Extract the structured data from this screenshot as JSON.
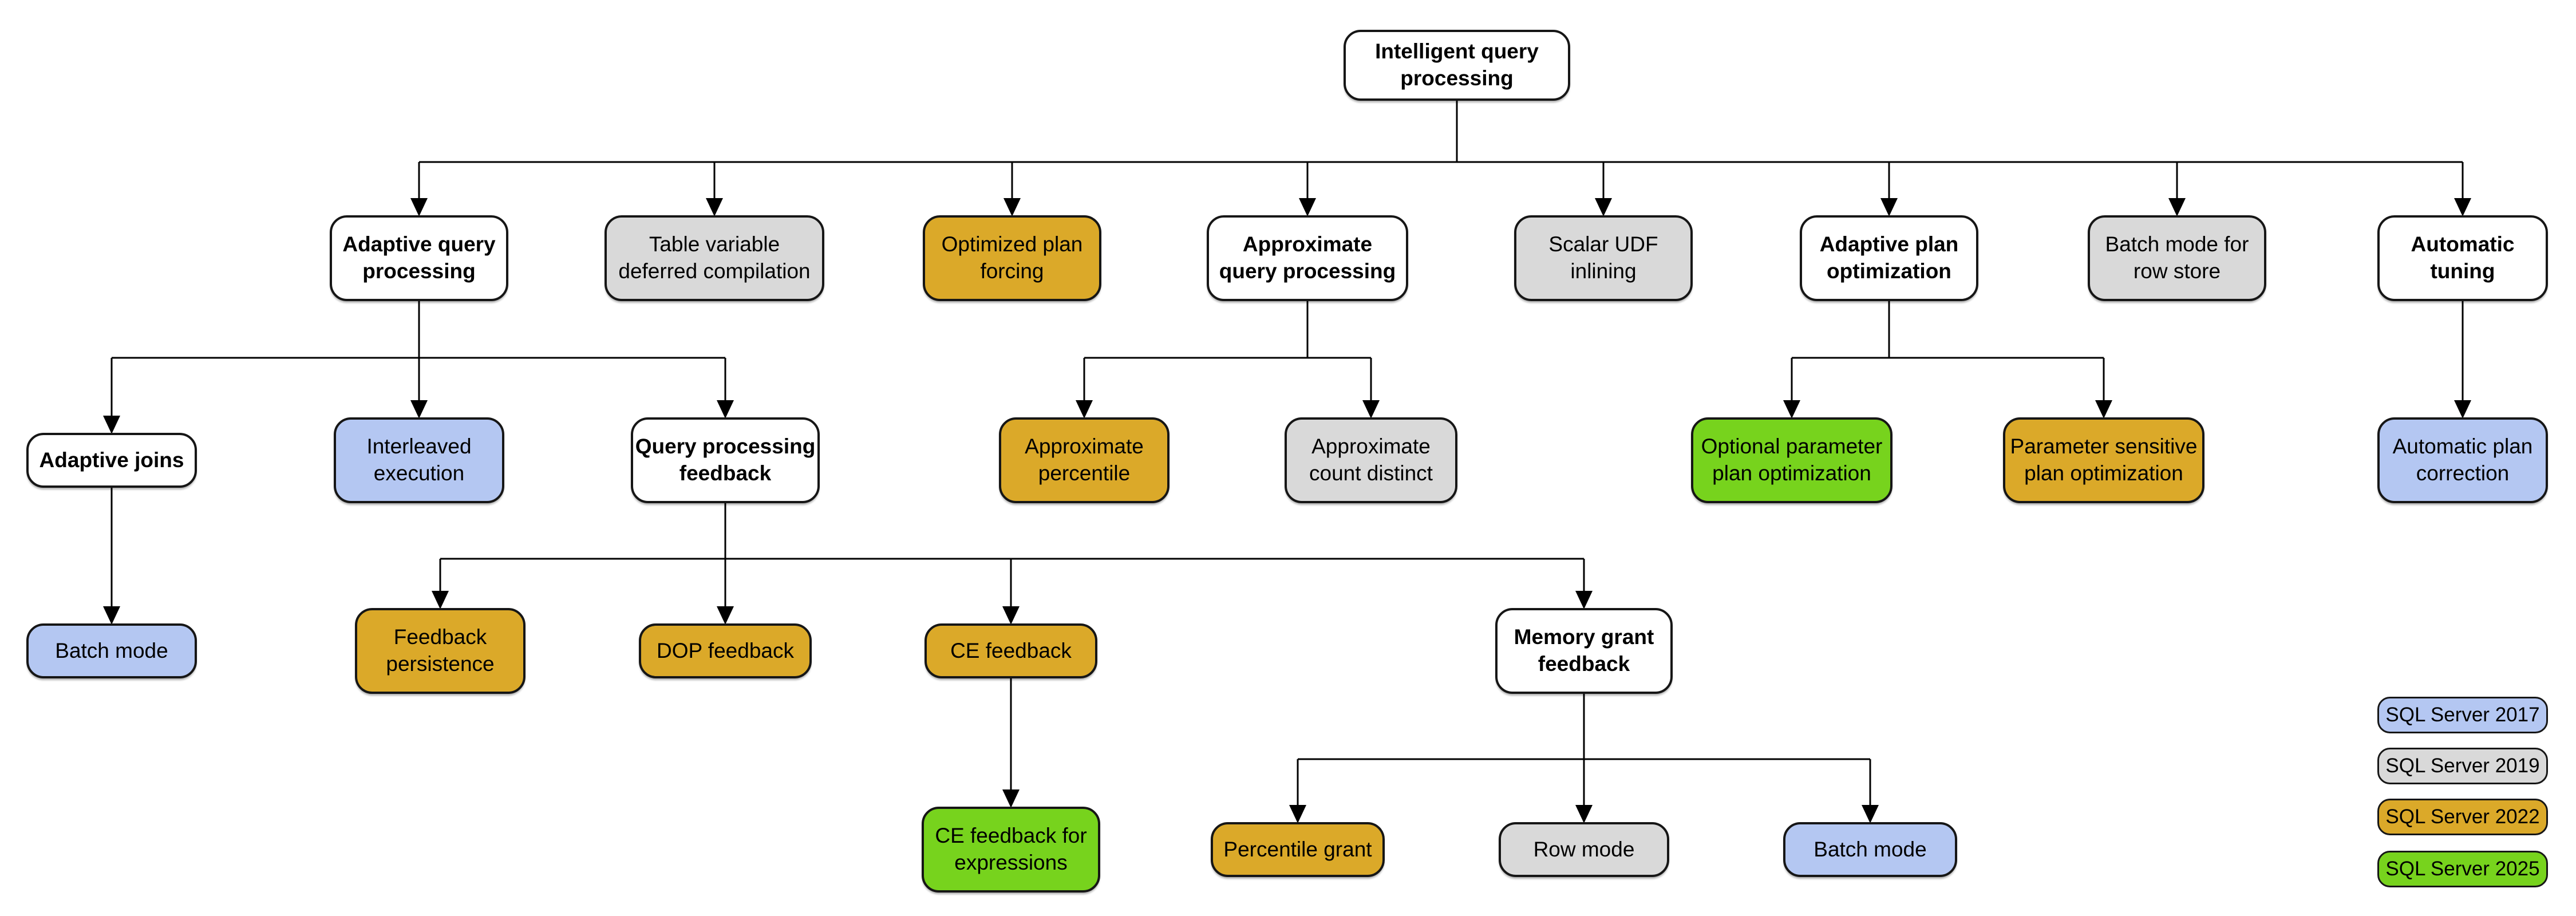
{
  "colors": {
    "white": "#ffffff",
    "gray": "#d9d9d9",
    "blue": "#b4c7f2",
    "gold": "#dba929",
    "green": "#77d31d",
    "line": "#000000"
  },
  "diagram": {
    "nodes": [
      {
        "id": "root",
        "label": "Intelligent query\nprocessing",
        "fill": "white"
      },
      {
        "id": "aqp",
        "label": "Adaptive query\nprocessing",
        "fill": "white"
      },
      {
        "id": "tvdc",
        "label": "Table variable\ndeferred compilation",
        "fill": "gray"
      },
      {
        "id": "opf",
        "label": "Optimized plan\nforcing",
        "fill": "gold"
      },
      {
        "id": "axqp",
        "label": "Approximate\nquery processing",
        "fill": "white"
      },
      {
        "id": "sudf",
        "label": "Scalar UDF\ninlining",
        "fill": "gray"
      },
      {
        "id": "apo",
        "label": "Adaptive plan\noptimization",
        "fill": "white"
      },
      {
        "id": "bmrs",
        "label": "Batch mode for\nrow store",
        "fill": "gray"
      },
      {
        "id": "at",
        "label": "Automatic\ntuning",
        "fill": "white"
      },
      {
        "id": "aj",
        "label": "Adaptive joins",
        "fill": "white"
      },
      {
        "id": "ie",
        "label": "Interleaved\nexecution",
        "fill": "blue"
      },
      {
        "id": "qpf",
        "label": "Query processing\nfeedback",
        "fill": "white"
      },
      {
        "id": "axp",
        "label": "Approximate\npercentile",
        "fill": "gold"
      },
      {
        "id": "acd",
        "label": "Approximate\ncount distinct",
        "fill": "gray"
      },
      {
        "id": "oppo",
        "label": "Optional parameter\nplan optimization",
        "fill": "green"
      },
      {
        "id": "pspo",
        "label": "Parameter sensitive\nplan optimization",
        "fill": "gold"
      },
      {
        "id": "apc",
        "label": "Automatic plan\ncorrection",
        "fill": "blue"
      },
      {
        "id": "bm1",
        "label": "Batch mode",
        "fill": "blue"
      },
      {
        "id": "fp",
        "label": "Feedback\npersistence",
        "fill": "gold"
      },
      {
        "id": "dop",
        "label": "DOP feedback",
        "fill": "gold"
      },
      {
        "id": "cef",
        "label": "CE feedback",
        "fill": "gold"
      },
      {
        "id": "mgf",
        "label": "Memory grant\nfeedback",
        "fill": "white"
      },
      {
        "id": "cefx",
        "label": "CE feedback for\nexpressions",
        "fill": "green"
      },
      {
        "id": "pg",
        "label": "Percentile grant",
        "fill": "gold"
      },
      {
        "id": "rm",
        "label": "Row mode",
        "fill": "gray"
      },
      {
        "id": "bm2",
        "label": "Batch mode",
        "fill": "blue"
      }
    ],
    "edges": [
      {
        "from": "root",
        "to": [
          "aqp",
          "tvdc",
          "opf",
          "axqp",
          "sudf",
          "apo",
          "bmrs",
          "at"
        ]
      },
      {
        "from": "aqp",
        "to": [
          "aj",
          "ie",
          "qpf"
        ]
      },
      {
        "from": "axqp",
        "to": [
          "axp",
          "acd"
        ]
      },
      {
        "from": "apo",
        "to": [
          "oppo",
          "pspo"
        ]
      },
      {
        "from": "at",
        "to": [
          "apc"
        ]
      },
      {
        "from": "aj",
        "to": [
          "bm1"
        ]
      },
      {
        "from": "qpf",
        "to": [
          "fp",
          "dop",
          "cef",
          "mgf"
        ]
      },
      {
        "from": "cef",
        "to": [
          "cefx"
        ]
      },
      {
        "from": "mgf",
        "to": [
          "pg",
          "rm",
          "bm2"
        ]
      }
    ],
    "legend": {
      "items": [
        {
          "id": "2017",
          "label": "SQL Server 2017",
          "fill": "blue"
        },
        {
          "id": "2019",
          "label": "SQL Server 2019",
          "fill": "gray"
        },
        {
          "id": "2022",
          "label": "SQL Server 2022",
          "fill": "gold"
        },
        {
          "id": "2025",
          "label": "SQL Server 2025",
          "fill": "green"
        }
      ]
    }
  }
}
